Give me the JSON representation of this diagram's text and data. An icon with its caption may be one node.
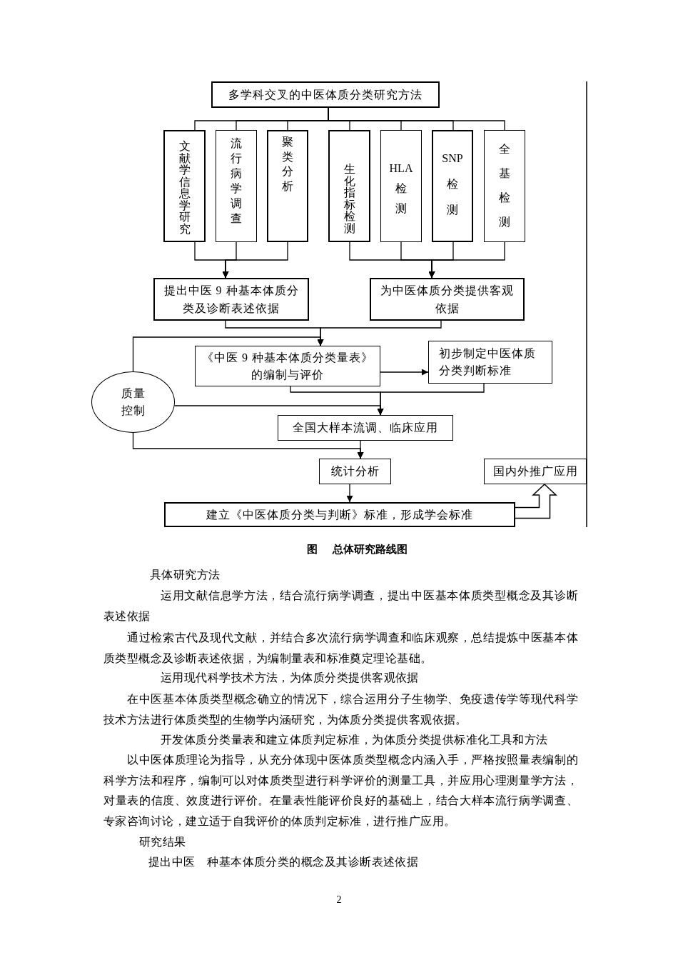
{
  "diagram": {
    "caption": "图 总体研究路线图",
    "nodes": [
      {
        "text": [
          "多学科交叉的中医体质分类研究方法"
        ]
      },
      {
        "text": [
          "文献学信息学研究"
        ]
      },
      {
        "text": [
          "流行病学调查"
        ]
      },
      {
        "text": [
          "聚类分析"
        ]
      },
      {
        "text": [
          "生化指标检测"
        ]
      },
      {
        "text": [
          "HLA检测"
        ]
      },
      {
        "text": [
          "SNP检测"
        ]
      },
      {
        "text": [
          "全基检测"
        ]
      },
      {
        "text": [
          "提出中医 9 种基本体质分类及诊断表述依据"
        ]
      },
      {
        "text": [
          "为中医体质分类提供客观依据"
        ]
      },
      {
        "text": [
          "《中医 9 种基本体质分类量表》的编制与评价"
        ]
      },
      {
        "text": [
          "初步制定中医体质分类判断标准"
        ]
      },
      {
        "text": [
          "质量控制"
        ]
      },
      {
        "text": [
          "全国大样本流调、临床应用"
        ]
      },
      {
        "text": [
          "统计分析"
        ]
      },
      {
        "text": [
          "国内外推广应用"
        ]
      },
      {
        "text": [
          "建立《中医体质分类与判断》标准，形成学会标准"
        ]
      }
    ],
    "edges": [
      {
        "from": 0,
        "to": 1,
        "arrow": "none"
      },
      {
        "from": 0,
        "to": 2,
        "arrow": "none"
      },
      {
        "from": 0,
        "to": 3,
        "arrow": "none"
      },
      {
        "from": 0,
        "to": 4,
        "arrow": "none"
      },
      {
        "from": 0,
        "to": 5,
        "arrow": "none"
      },
      {
        "from": 0,
        "to": 6,
        "arrow": "none"
      },
      {
        "from": 0,
        "to": 7,
        "arrow": "none"
      },
      {
        "from": 1,
        "to": 8,
        "arrow": "to"
      },
      {
        "from": 2,
        "to": 8,
        "arrow": "to"
      },
      {
        "from": 3,
        "to": 8,
        "arrow": "to"
      },
      {
        "from": 4,
        "to": 9,
        "arrow": "to"
      },
      {
        "from": 5,
        "to": 9,
        "arrow": "to"
      },
      {
        "from": 6,
        "to": 9,
        "arrow": "to"
      },
      {
        "from": 7,
        "to": 9,
        "arrow": "to"
      },
      {
        "from": 8,
        "to": 10,
        "arrow": "to"
      },
      {
        "from": 9,
        "to": 10,
        "arrow": "to"
      },
      {
        "from": 12,
        "to": 10,
        "arrow": "to"
      },
      {
        "from": 10,
        "to": 11,
        "arrow": "to"
      },
      {
        "from": 10,
        "to": 13,
        "arrow": "to"
      },
      {
        "from": 11,
        "to": 13,
        "arrow": "to"
      },
      {
        "from": 12,
        "to": 13,
        "arrow": "to"
      },
      {
        "from": 13,
        "to": 14,
        "arrow": "to"
      },
      {
        "from": 12,
        "to": 14,
        "arrow": "to"
      },
      {
        "from": 14,
        "to": 16,
        "arrow": "to"
      },
      {
        "from": 16,
        "to": 15,
        "arrow": "to",
        "style": "thick"
      }
    ],
    "labels": [
      "具体研究方法",
      "运用文献信息学方法，结合流行病学调查，提出中医基本体质类型概念及其诊断表述依据",
      "通过检索古代及现代文献，并结合多次流行病学调查和临床观察，总结提炼中医基本体质类型概念及诊断表述依据，为编制量表和标准奠定理论基础。",
      "运用现代科学技术方法，为体质分类提供客观依据",
      "在中医基本体质类型概念确立的情况下，综合运用分子生物学、免疫遗传学等现代科学技术方法进行体质类型的生物学内涵研究，为体质分类提供客观依据。",
      "开发体质分类量表和建立体质判定标准，为体质分类提供标准化工具和方法",
      "以中医体质理论为指导，从充分体现中医体质类型概念内涵入手，严格按照量表编制的科学方法和程序，编制可以对体质类型进行科学评价的测量工具，并应用心理测量学方法，对量表的信度、效度进行评价。在量表性能评价良好的基础上，结合大样本流行病学调查、专家咨询讨论，建立适于自我评价的体质判定标准，进行推广应用。",
      "研究结果",
      "提出中医 种基本体质分类的概念及其诊断表述依据",
      "2"
    ]
  }
}
